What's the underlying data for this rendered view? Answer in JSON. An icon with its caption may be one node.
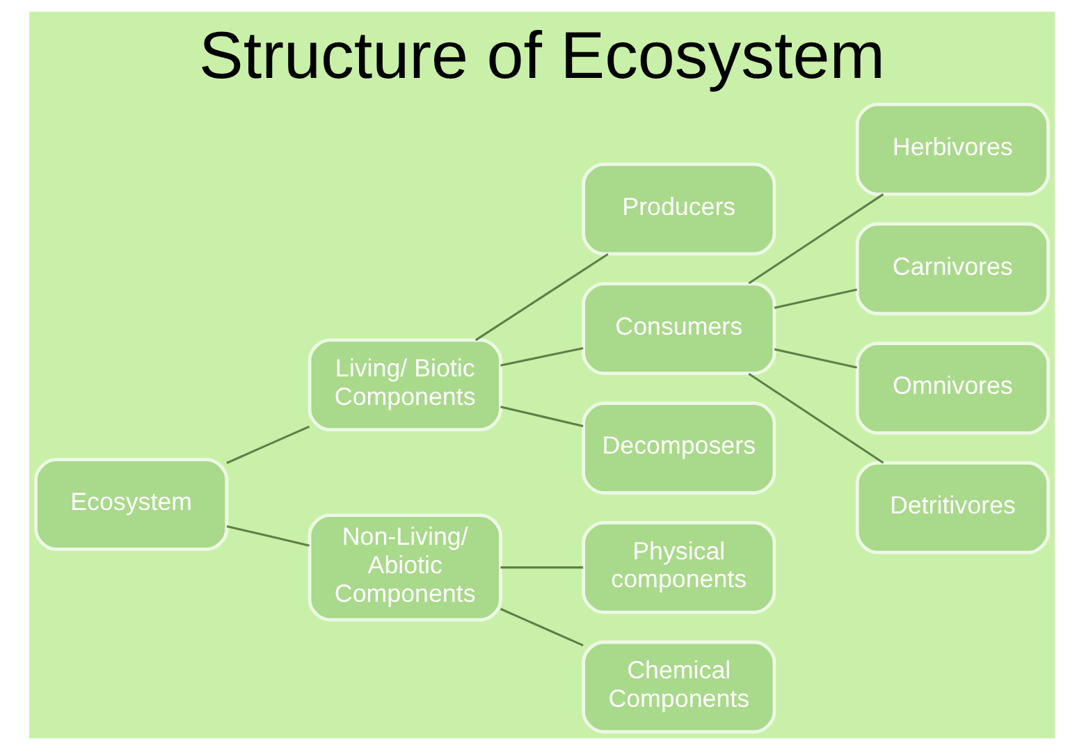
{
  "diagram": {
    "title": "Structure of Ecosystem",
    "nodes": [
      {
        "text": [
          "Ecosystem"
        ]
      },
      {
        "text": [
          "Living/ Biotic Components"
        ]
      },
      {
        "text": [
          "Non-Living/ Abiotic Components"
        ]
      },
      {
        "text": [
          "Producers"
        ]
      },
      {
        "text": [
          "Consumers"
        ]
      },
      {
        "text": [
          "Decomposers"
        ]
      },
      {
        "text": [
          "Physical components"
        ]
      },
      {
        "text": [
          "Chemical Components"
        ]
      },
      {
        "text": [
          "Herbivores"
        ]
      },
      {
        "text": [
          "Carnivores"
        ]
      },
      {
        "text": [
          "Omnivores"
        ]
      },
      {
        "text": [
          "Detritivores"
        ]
      }
    ],
    "edges": [
      {
        "from": 0,
        "to": 1,
        "arrow": "none"
      },
      {
        "from": 0,
        "to": 2,
        "arrow": "none"
      },
      {
        "from": 1,
        "to": 3,
        "arrow": "none"
      },
      {
        "from": 1,
        "to": 4,
        "arrow": "none"
      },
      {
        "from": 1,
        "to": 5,
        "arrow": "none"
      },
      {
        "from": 2,
        "to": 6,
        "arrow": "none"
      },
      {
        "from": 2,
        "to": 7,
        "arrow": "none"
      },
      {
        "from": 4,
        "to": 8,
        "arrow": "none"
      },
      {
        "from": 4,
        "to": 9,
        "arrow": "none"
      },
      {
        "from": 4,
        "to": 10,
        "arrow": "none"
      },
      {
        "from": 4,
        "to": 11,
        "arrow": "none"
      }
    ]
  }
}
